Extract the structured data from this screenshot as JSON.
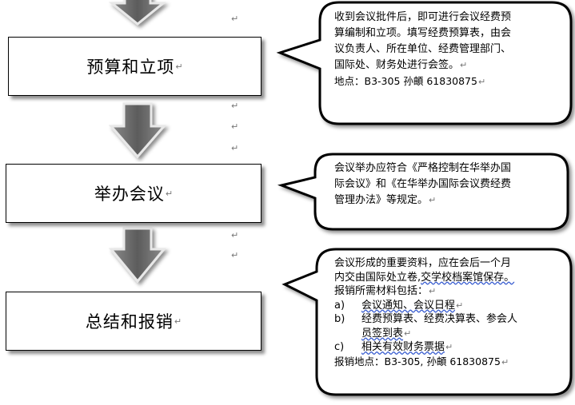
{
  "steps": [
    {
      "label": "预算和立项"
    },
    {
      "label": "举办会议"
    },
    {
      "label": "总结和报销"
    }
  ],
  "callouts": {
    "budget": {
      "lines": [
        "收到会议批件后，即可进行会议经费预",
        "算编制和立项。填写经费预算表，由会",
        "议负责人、所在单位、经费管理部门、",
        "国际处、财务处进行会签。"
      ],
      "location": "地点：B3-305 孙頔 61830875"
    },
    "meeting": {
      "lines": [
        "会议举办应符合《严格控制在华举办国",
        "际会议》和《在华举办国际会议费经费",
        "管理办法》等规定。"
      ]
    },
    "summary": {
      "line1": "会议形成的重要资料，应在会后一个月",
      "line2_a": "内交由国际处立卷,",
      "line2_b": "交学校档案馆保存。",
      "line3": "报销所需材料包括：",
      "items": [
        {
          "marker": "a)",
          "text": "会议通知、会议日程"
        },
        {
          "marker": "b)",
          "text": "经费预算表、经费决算表、参会人",
          "cont": "员签到表"
        },
        {
          "marker": "c)",
          "text": "相关有效财务票据"
        }
      ],
      "location": "报销地点：B3-305, 孙頔  61830875"
    }
  },
  "paragraph_mark": "↵"
}
